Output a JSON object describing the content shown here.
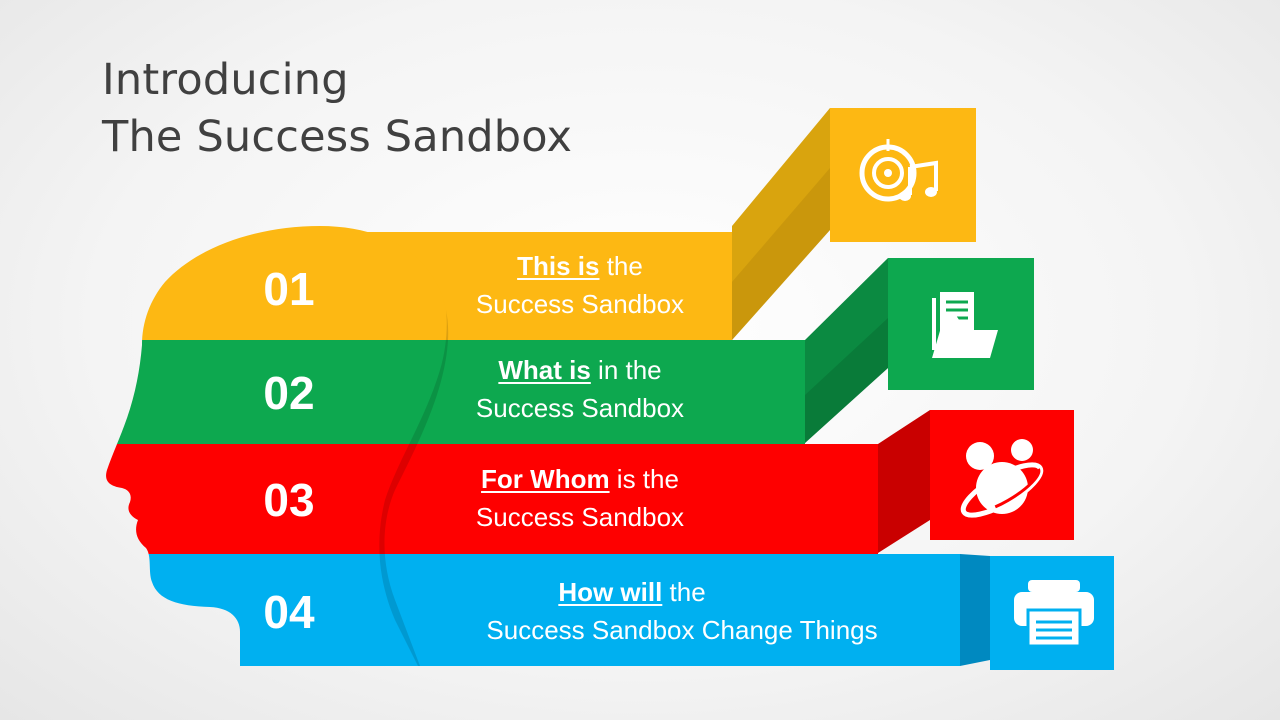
{
  "title": {
    "line1": "Introducing",
    "line2": "The Success Sandbox"
  },
  "colors": {
    "yellow": "#FDB813",
    "green": "#0DA84F",
    "red": "#FE0000",
    "blue": "#00B0F0"
  },
  "steps": [
    {
      "number": "01",
      "emphasis": "This is",
      "rest": " the",
      "line2": "Success Sandbox",
      "icon": "music-disc-icon"
    },
    {
      "number": "02",
      "emphasis": "What is",
      "rest": " in the",
      "line2": "Success Sandbox",
      "icon": "folder-documents-icon"
    },
    {
      "number": "03",
      "emphasis": "For Whom",
      "rest": " is the",
      "line2": "Success Sandbox",
      "icon": "people-globe-icon"
    },
    {
      "number": "04",
      "emphasis": "How will",
      "rest": " the",
      "line2": "Success Sandbox Change Things",
      "icon": "printer-icon"
    }
  ]
}
